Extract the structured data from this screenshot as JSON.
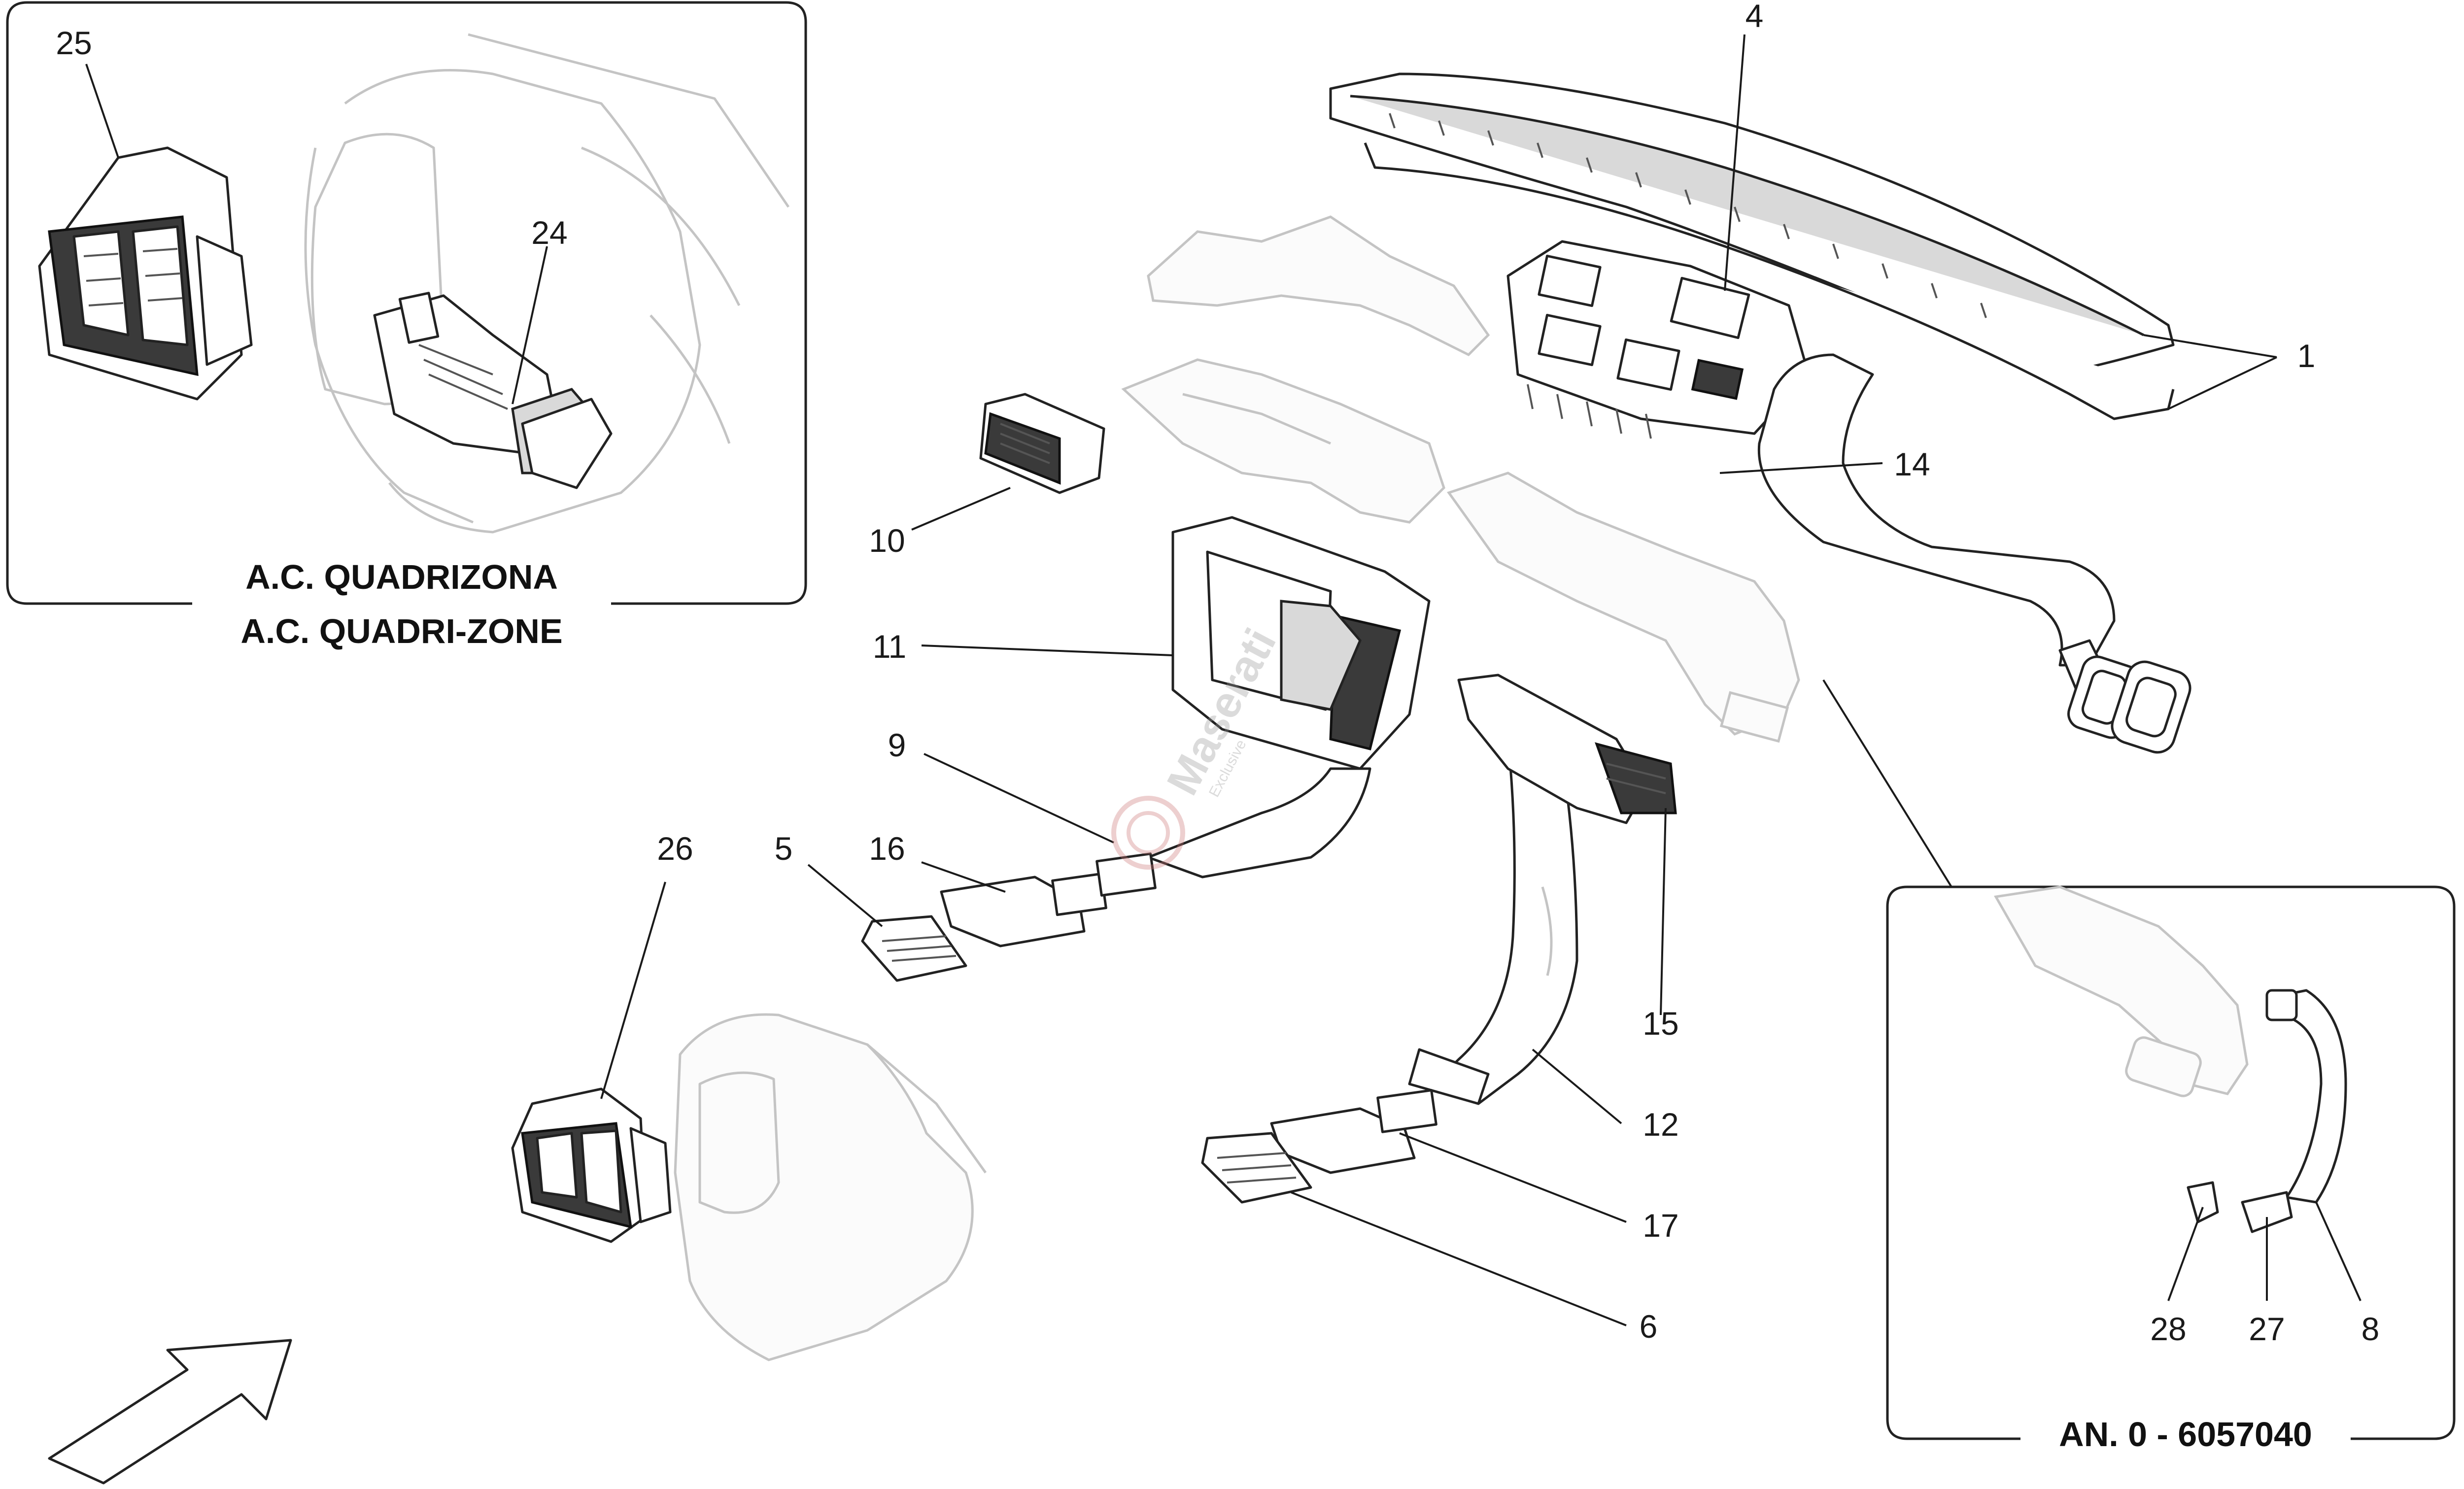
{
  "callouts": {
    "c1": "1",
    "c4": "4",
    "c5": "5",
    "c6": "6",
    "c8": "8",
    "c9": "9",
    "c10": "10",
    "c11": "11",
    "c12": "12",
    "c14": "14",
    "c15": "15",
    "c16": "16",
    "c17": "17",
    "c24": "24",
    "c25": "25",
    "c26": "26",
    "c27": "27",
    "c28": "28"
  },
  "insets": {
    "quadrizona": {
      "caption_it": "A.C. QUADRIZONA",
      "caption_en": "A.C. QUADRI-ZONE"
    },
    "revision": {
      "caption": "AN. 0 - 6057040"
    }
  },
  "watermark": {
    "brand": "Maserati",
    "tagline": "Exclusive"
  },
  "icons": {
    "direction_arrow": "front-direction-arrow-icon"
  }
}
